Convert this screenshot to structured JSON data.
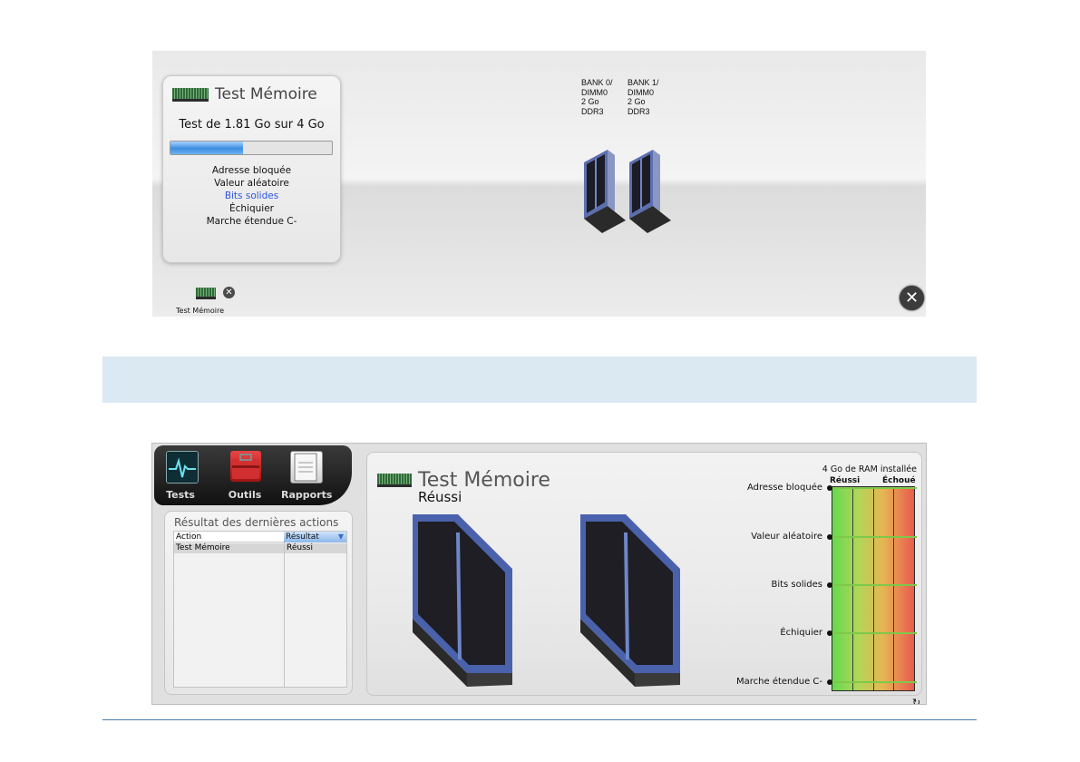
{
  "screen1": {
    "panel": {
      "title": "Test Mémoire",
      "progress_text": "Test de 1.81 Go sur 4 Go",
      "progress_fraction": 0.45,
      "tests": [
        "Adresse bloquée",
        "Valeur aléatoire",
        "Bits solides",
        "Échiquier",
        "Marche étendue C-"
      ],
      "active_test": "Bits solides"
    },
    "banks": [
      {
        "lines": [
          "BANK 0/",
          "DIMM0",
          "2 Go",
          "DDR3"
        ]
      },
      {
        "lines": [
          "BANK 1/",
          "DIMM0",
          "2 Go",
          "DDR3"
        ]
      }
    ],
    "taskbar": {
      "label": "Test Mémoire",
      "icon": "ram-icon",
      "close_icon": "close-icon"
    },
    "close_icon": "close-circle-icon"
  },
  "screen2": {
    "toolbar": {
      "tests_label": "Tests",
      "tools_label": "Outils",
      "reports_label": "Rapports"
    },
    "results": {
      "title": "Résultat des dernières actions",
      "columns": [
        "Action",
        "Résultat"
      ],
      "rows": [
        {
          "action": "Test Mémoire",
          "result": "Réussi"
        }
      ]
    },
    "main": {
      "title": "Test Mémoire",
      "status": "Réussi",
      "ram_info": "4 Go de RAM installée",
      "gauge_pass_label": "Réussi",
      "gauge_fail_label": "Échoué",
      "tests": [
        "Adresse bloquée",
        "Valeur aléatoire",
        "Bits solides",
        "Échiquier",
        "Marche étendue C-"
      ]
    }
  },
  "colors": {
    "accent_blue": "#2f56e0",
    "progress_blue": "#3b8de0",
    "band_blue": "#dbe9f3",
    "gauge_green": "#66d84e",
    "gauge_red": "#e85b4e"
  }
}
